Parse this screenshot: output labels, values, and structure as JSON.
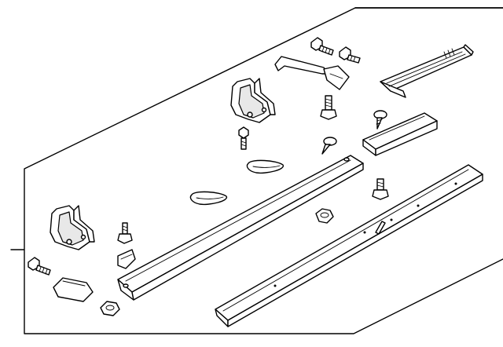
{
  "diagram": {
    "parts": [
      {
        "id": "bracket-front-left",
        "icon": "bracket-icon"
      },
      {
        "id": "bracket-rear",
        "icon": "bracket-icon"
      },
      {
        "id": "bolt",
        "icon": "bolt-icon"
      },
      {
        "id": "nut",
        "icon": "nut-icon"
      },
      {
        "id": "screw",
        "icon": "screw-icon"
      },
      {
        "id": "step-pad",
        "icon": "pad-icon"
      },
      {
        "id": "running-board",
        "icon": "board-icon"
      },
      {
        "id": "support-rail",
        "icon": "rail-icon"
      },
      {
        "id": "step-cover",
        "icon": "cover-icon"
      },
      {
        "id": "scuff-plate",
        "icon": "plate-icon"
      },
      {
        "id": "end-cap",
        "icon": "cap-icon"
      },
      {
        "id": "clip",
        "icon": "clip-icon"
      }
    ]
  }
}
